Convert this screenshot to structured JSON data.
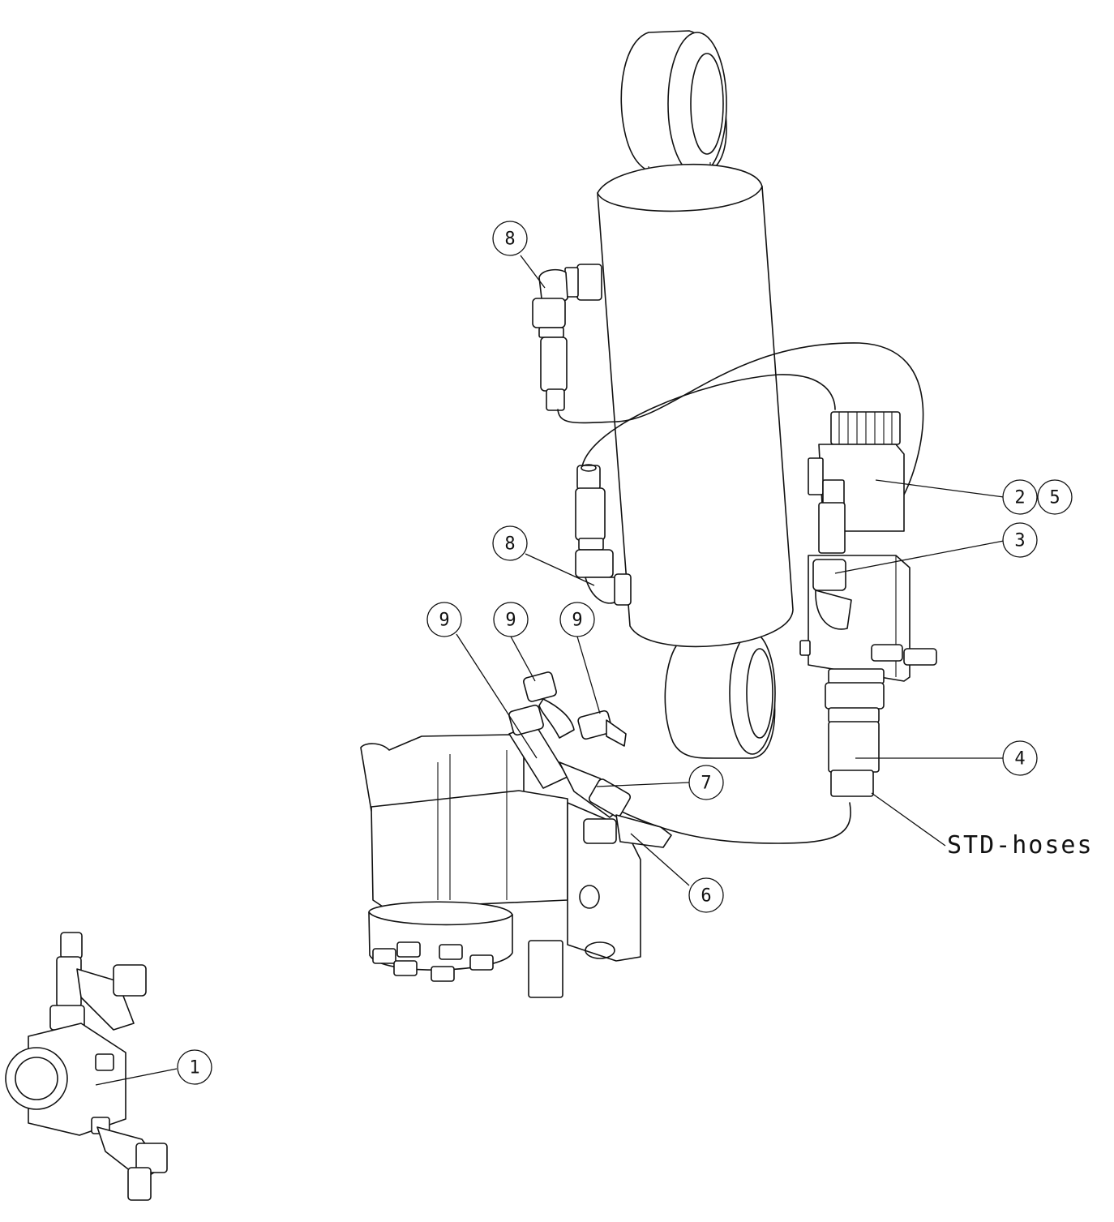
{
  "balloons": {
    "b1": "1",
    "b2": "2",
    "b3": "3",
    "b4": "4",
    "b5": "5",
    "b6": "6",
    "b7": "7",
    "b8_upper": "8",
    "b8_lower": "8",
    "b9_left": "9",
    "b9_mid": "9",
    "b9_right": "9"
  },
  "notes": {
    "std_hoses": "STD-hoses"
  },
  "colors": {
    "line": "#111111",
    "background": "#ffffff"
  }
}
